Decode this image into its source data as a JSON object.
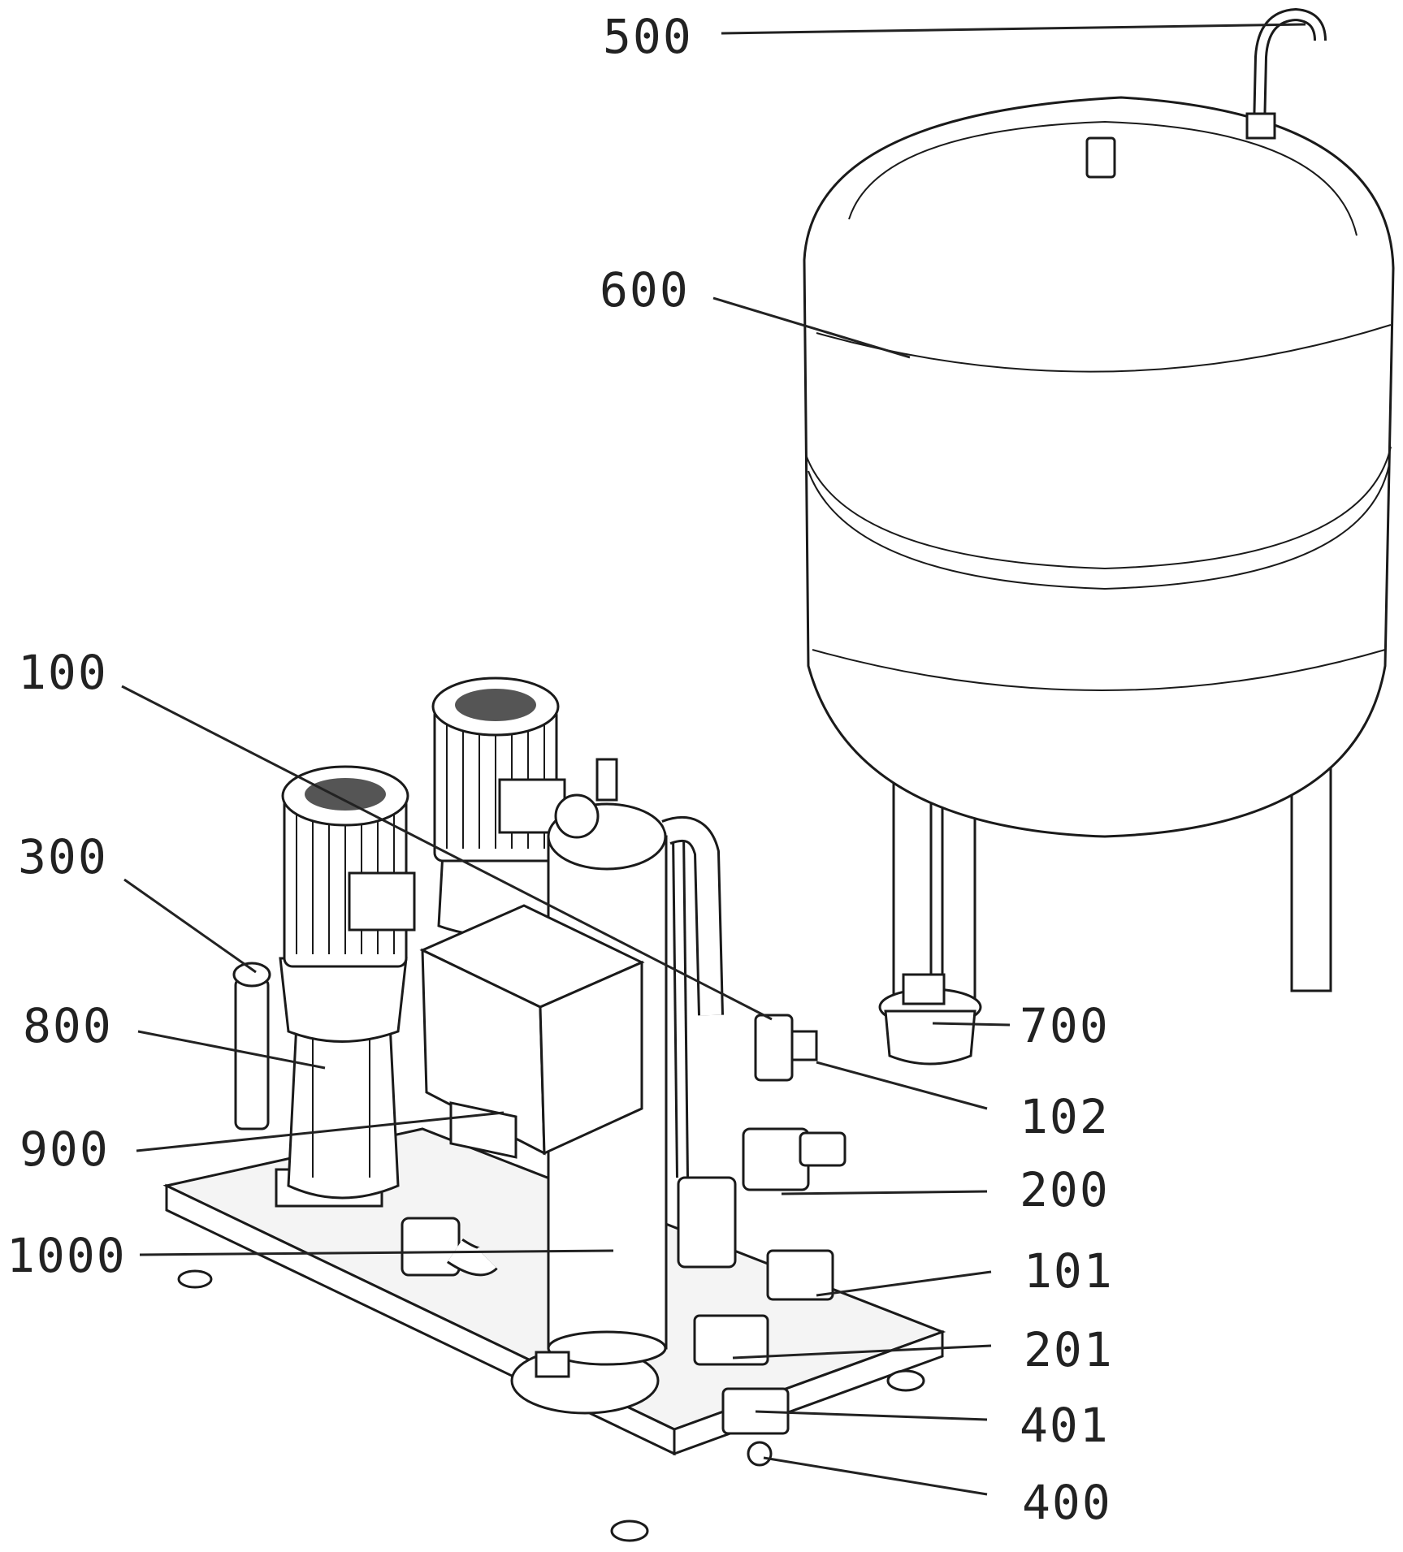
{
  "labels": {
    "l500": "500",
    "l600": "600",
    "l100": "100",
    "l300": "300",
    "l800": "800",
    "l900": "900",
    "l1000": "1000",
    "l700": "700",
    "l102": "102",
    "l200": "200",
    "l101": "101",
    "l201": "201",
    "l401": "401",
    "l400": "400"
  }
}
